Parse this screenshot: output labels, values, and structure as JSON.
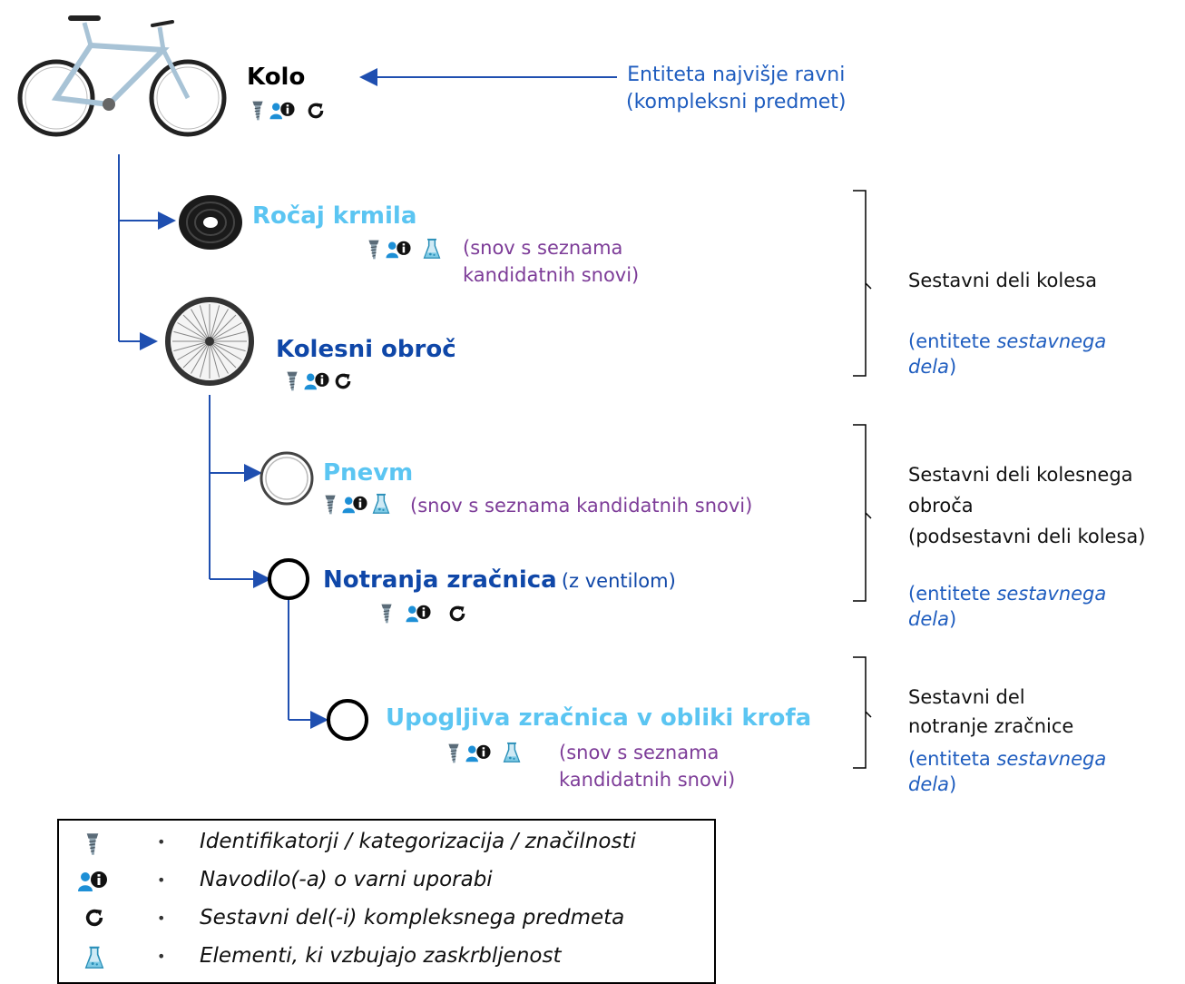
{
  "top_entity": {
    "title": "Kolo",
    "icons": [
      "screw-icon",
      "safety-info-icon",
      "cycle-icon"
    ]
  },
  "top_callout": {
    "line1": "Entiteta najvišje ravni",
    "line2": "(kompleksni predmet)"
  },
  "nodes": {
    "rocaj": {
      "title": "Ročaj krmila",
      "icons": [
        "screw-icon",
        "safety-info-icon",
        "flask-icon"
      ],
      "note_line1": "(snov s seznama",
      "note_line2": "kandidatnih snovi)"
    },
    "obroc": {
      "title": "Kolesni obroč",
      "icons": [
        "screw-icon",
        "safety-info-icon",
        "cycle-icon"
      ]
    },
    "pnevm": {
      "title": "Pnevm",
      "icons": [
        "screw-icon",
        "safety-info-icon",
        "flask-icon"
      ],
      "note": "(snov s seznama kandidatnih snovi)"
    },
    "notranja": {
      "title": "Notranja zračnica",
      "qualifier": "(z ventilom)",
      "icons": [
        "screw-icon",
        "safety-info-icon",
        "cycle-icon"
      ]
    },
    "upogljiva": {
      "title": "Upogljiva zračnica v obliki krofa",
      "icons": [
        "screw-icon",
        "safety-info-icon",
        "flask-icon"
      ],
      "note_line1": "(snov s seznama",
      "note_line2": "kandidatnih snovi)"
    }
  },
  "groups": {
    "g1": {
      "label": "Sestavni deli kolesa",
      "note_prefix": "(entitete ",
      "note_italic1": "sestavnega",
      "note_italic2": "dela",
      "note_suffix": ")"
    },
    "g2": {
      "label_line1": "Sestavni deli kolesnega",
      "label_line2": "obroča",
      "label_line3": "(podsestavni deli kolesa)",
      "note_prefix": "(entitete ",
      "note_italic1": "sestavnega",
      "note_italic2": "dela",
      "note_suffix": ")"
    },
    "g3": {
      "label_line1": "Sestavni del",
      "label_line2": "notranje zračnice",
      "note_prefix": "(entiteta ",
      "note_italic1": "sestavnega",
      "note_italic2": "dela",
      "note_suffix": ")"
    }
  },
  "legend": {
    "items": [
      {
        "icon": "screw-icon",
        "text": "Identifikatorji / kategorizacija / značilnosti"
      },
      {
        "icon": "safety-info-icon",
        "text": "Navodilo(-a) o varni uporabi"
      },
      {
        "icon": "cycle-icon",
        "text": "Sestavni del(-i) kompleksnega predmeta"
      },
      {
        "icon": "flask-icon",
        "text": "Elementi, ki vzbujajo zaskrbljenost"
      }
    ]
  },
  "colors": {
    "dark_title": "#0f47a8",
    "light_title": "#5bc5f2",
    "purple_note": "#7d3c98",
    "connector": "#1f4fb0"
  }
}
